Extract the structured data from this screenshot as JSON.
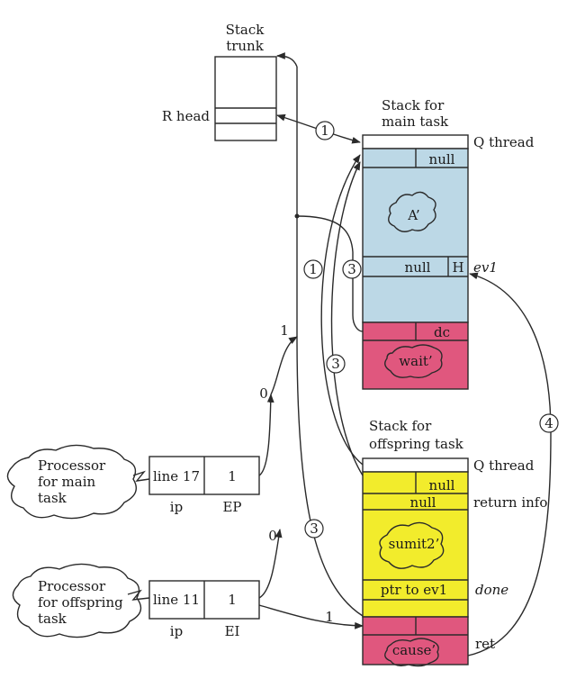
{
  "labels": {
    "stack_trunk_line1": "Stack",
    "stack_trunk_line2": "trunk",
    "r_head": "R head",
    "main_stack_title_line1": "Stack for",
    "main_stack_title_line2": "main task",
    "q_thread": "Q thread",
    "null": "null",
    "a_prime": "A’",
    "h": "H",
    "ev1": "ev1",
    "dc": "dc",
    "wait_prime": "wait’",
    "offspring_stack_title_line1": "Stack for",
    "offspring_stack_title_line2": "offspring task",
    "return_info": "return info",
    "sumit2_prime": "sumit2’",
    "ptr_to_ev1": "ptr to ev1",
    "done": "done",
    "ret": "ret",
    "cause_prime": "cause’",
    "processor_main_line1": "Processor",
    "processor_main_line2": "for main",
    "processor_main_line3": "task",
    "processor_offspring_line1": "Processor",
    "processor_offspring_line2": "for offspring",
    "processor_offspring_line3": "task",
    "main_ip_value": "line 17",
    "main_ep_value": "1",
    "offspring_ip_value": "line 11",
    "offspring_ei_value": "1",
    "ip": "ip",
    "ep": "EP",
    "ei": "EI",
    "one": "1",
    "zero": "0",
    "marker_1": "1",
    "marker_3": "3",
    "marker_4": "4"
  },
  "colors": {
    "blue_region": "#bcd8e6",
    "red_region": "#e0577e",
    "yellow_region": "#f2ec2c",
    "white": "#ffffff",
    "line": "#2a2a2a"
  }
}
